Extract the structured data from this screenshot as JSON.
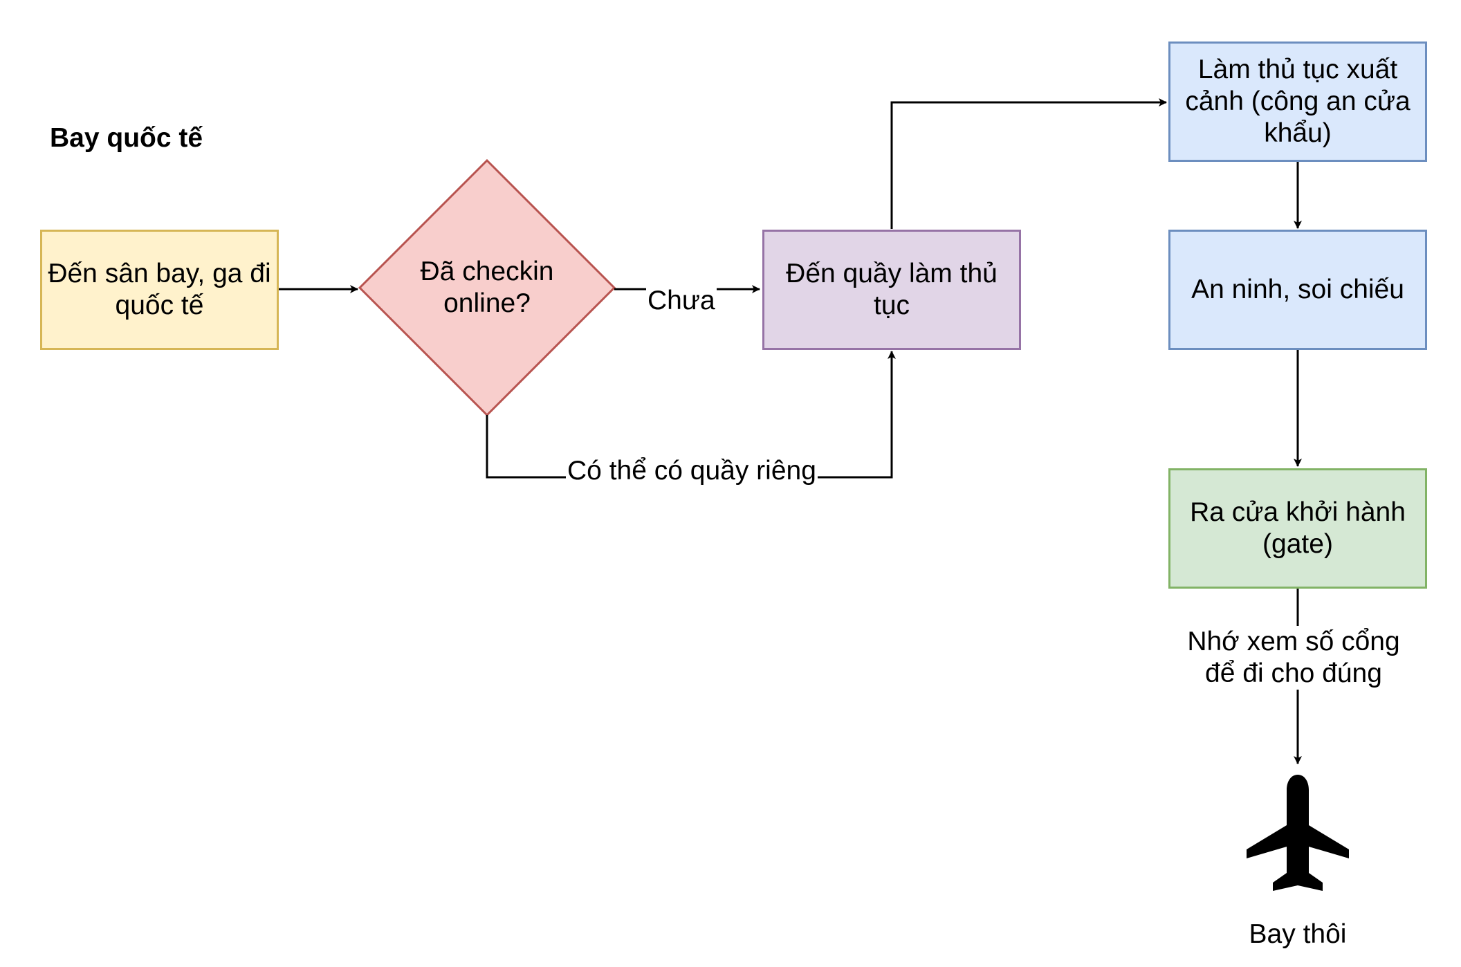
{
  "title": "Bay quốc tế",
  "nodes": {
    "start": "Đến sân bay, ga đi quốc tế",
    "decision": "Đã checkin online?",
    "counter": "Đến quầy làm thủ tục",
    "exit_procedure": "Làm thủ tục xuất cảnh (công an cửa khẩu)",
    "security": "An ninh, soi chiếu",
    "gate": "Ra cửa khởi hành (gate)",
    "fly": "Bay thôi"
  },
  "edges": {
    "not_yet": "Chưa",
    "separate_counter": "Có thể có quầy riêng",
    "gate_note": "Nhớ xem số cổng để đi cho đúng"
  },
  "colors": {
    "start_fill": "#fff2cc",
    "start_stroke": "#d6b656",
    "decision_fill": "#f8cecc",
    "decision_stroke": "#b85450",
    "counter_fill": "#e1d5e7",
    "counter_stroke": "#9673a6",
    "process_fill": "#dae8fc",
    "process_stroke": "#6c8ebf",
    "gate_fill": "#d5e8d4",
    "gate_stroke": "#82b366"
  },
  "icons": {
    "fly": "airplane-icon"
  }
}
